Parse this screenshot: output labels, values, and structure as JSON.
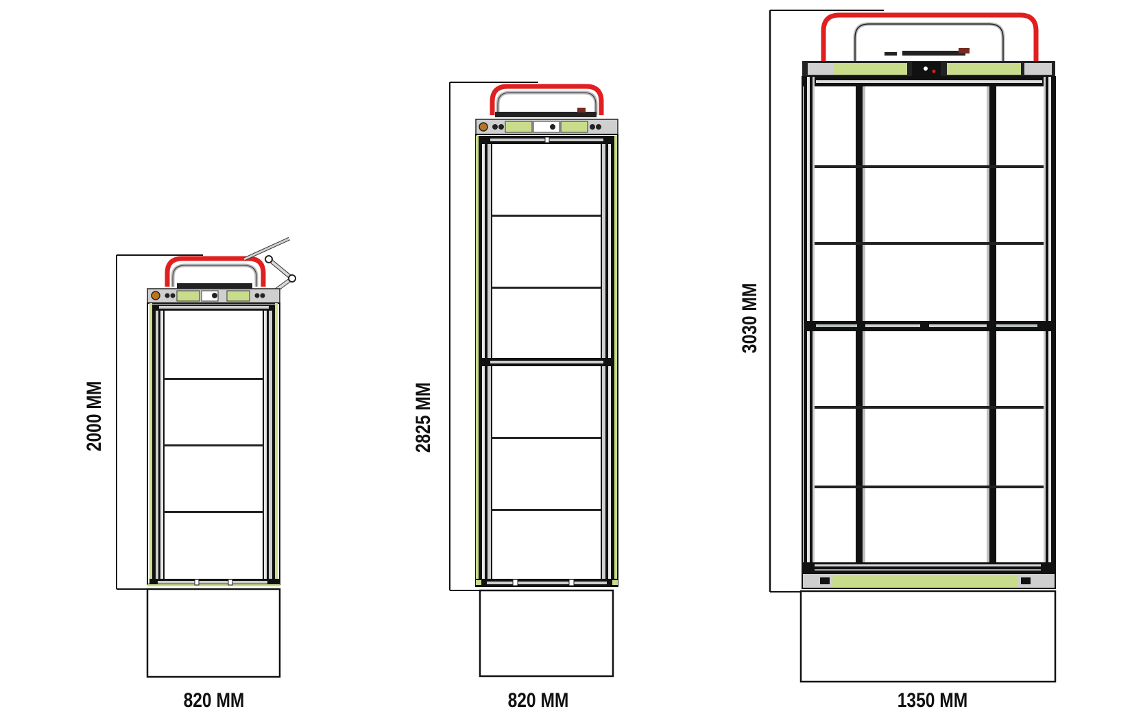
{
  "diagram": {
    "type": "dimension-drawing",
    "subject": "modular rack units (front elevation)",
    "colors": {
      "frame": "#111111",
      "rail": "#c8c8c8",
      "handle_red": "#e02020",
      "handle_grey": "#b8b8b8",
      "panel_green": "#c8dc8c",
      "background": "#ffffff"
    },
    "units": [
      {
        "id": "unit-small",
        "height_label": "2000 MM",
        "width_label": "820 MM",
        "shelf_rows": 4,
        "has_side_arm": true
      },
      {
        "id": "unit-medium",
        "height_label": "2825 MM",
        "width_label": "820 MM",
        "shelf_rows": 6,
        "has_side_arm": false
      },
      {
        "id": "unit-large",
        "height_label": "3030 MM",
        "width_label": "1350 MM",
        "shelf_rows": 6,
        "columns": 3,
        "has_side_arm": false
      }
    ]
  }
}
